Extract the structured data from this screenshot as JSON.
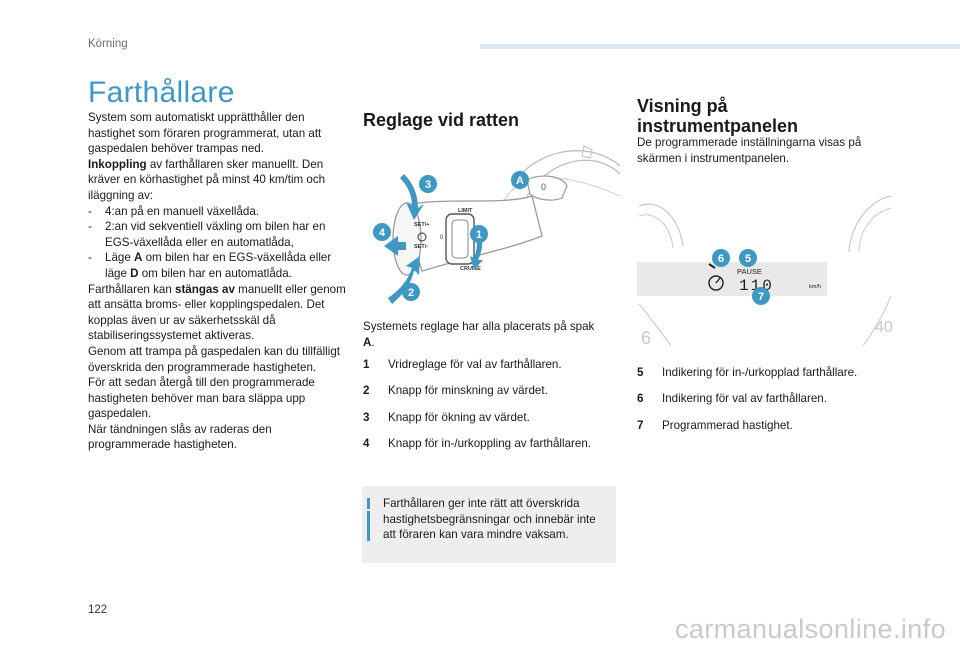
{
  "header": {
    "section": "Körning"
  },
  "title": "Farthållare",
  "left_text": {
    "p1": "System som automatiskt upprätthåller den hastighet som föraren programmerat, utan att gaspedalen behöver trampas ned.",
    "p2_bold": "Inkoppling",
    "p2": " av farthållaren sker manuellt. Den kräver en körhastighet på minst 40 km/tim och iläggning av:",
    "li1": "4:an på en manuell växellåda.",
    "li2": "2:an vid sekventiell växling om bilen har en EGS-växellåda eller en automatlåda,",
    "li3_a": "Läge ",
    "li3_b": "A",
    "li3_c": " om bilen har en EGS-växellåda eller läge ",
    "li3_d": "D",
    "li3_e": " om bilen har en automatlåda.",
    "p3_a": "Farthållaren kan ",
    "p3_b": "stängas av",
    "p3_c": " manuellt eller genom att ansätta broms- eller kopplingspedalen. Det kopplas även ur av säkerhetsskäl då stabiliseringssystemet aktiveras.",
    "p4": "Genom att trampa på gaspedalen kan du tillfälligt överskrida den programmerade hastigheten.",
    "p5": "För att sedan återgå till den programmerade hastigheten behöver man bara släppa upp gaspedalen.",
    "p6": "När tändningen slås av raderas den programmerade hastigheten.",
    "dash": "-"
  },
  "middle": {
    "heading": "Reglage vid ratten",
    "figure_labels": {
      "a": "A",
      "n1": "1",
      "n2": "2",
      "n3": "3",
      "n4": "4",
      "set_plus": "SET/+",
      "set_minus": "SET/-",
      "limit": "LIMIT",
      "cruise": "CRUISE",
      "zero": "0"
    },
    "caption_a": "Systemets reglage har alla placerats på spak ",
    "caption_b": "A",
    "caption_c": ".",
    "items": [
      {
        "num": "1",
        "text": "Vridreglage för val av farthållaren."
      },
      {
        "num": "2",
        "text": "Knapp för minskning av värdet."
      },
      {
        "num": "3",
        "text": "Knapp för ökning av värdet."
      },
      {
        "num": "4",
        "text": "Knapp för in-/urkoppling av farthållaren."
      }
    ],
    "note": "Farthållaren ger inte rätt att överskrida hastighetsbegränsningar och innebär inte att föraren kan vara mindre vaksam."
  },
  "right": {
    "heading_l1": "Visning på",
    "heading_l2": "instrumentpanelen",
    "intro": "De programmerade inställningarna visas på skärmen i instrumentpanelen.",
    "figure_labels": {
      "n5": "5",
      "n6": "6",
      "n7": "7",
      "pause": "PAUSE",
      "speed": "110",
      "unit": "km/h",
      "gauge_left": "6",
      "gauge_right": "40"
    },
    "items": [
      {
        "num": "5",
        "text": "Indikering för in-/urkopplad farthållare."
      },
      {
        "num": "6",
        "text": "Indikering för val av farthållaren."
      },
      {
        "num": "7",
        "text": "Programmerad hastighet."
      }
    ]
  },
  "footer": {
    "page": "122",
    "watermark": "carmanualsonline.info"
  },
  "colors": {
    "accent": "#3f97c4",
    "note_bg": "#eeeeee",
    "callout": "#3f97c4"
  }
}
